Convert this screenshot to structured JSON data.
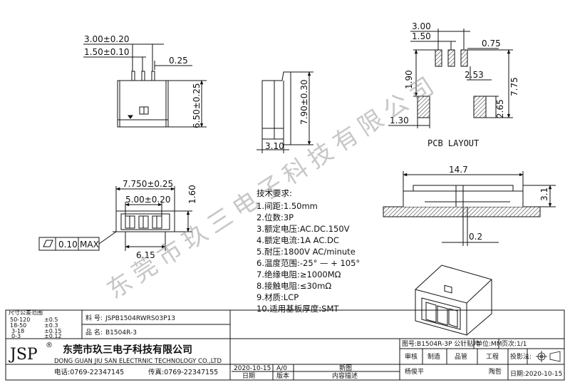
{
  "views": {
    "top": {
      "dims": [
        "3.00±0.20",
        "1.50±0.10",
        "0.25",
        "6.50±0.25"
      ]
    },
    "side": {
      "dims": [
        "7.90±0.30",
        "3.10"
      ]
    },
    "pcb": {
      "title": "PCB LAYOUT",
      "dims": [
        "3.00",
        "1.50",
        "0.75",
        "2.53",
        "1.90",
        "7.75",
        "2.65",
        "1.30"
      ]
    },
    "front": {
      "dims": [
        "7.750±0.25",
        "5.00±0.20",
        "1.60",
        "6.15"
      ],
      "flatness": {
        "value": "0.10",
        "max": "MAX"
      }
    },
    "mount": {
      "dims": [
        "14.7",
        "3.1",
        "0.2"
      ]
    }
  },
  "specs": {
    "title": "技术要求:",
    "items": [
      "1.间距:1.50mm",
      "2.位数:3P",
      "3.额定电压:AC.DC.150V",
      "4.额定电流:1A AC.DC",
      "5.耐压:1800V AC/minute",
      "6.温度范围:-25° — + 105°",
      "7.绝缘电阻:≥1000MΩ",
      "8.接触电阻:≤30mΩ",
      "9.材质:LCP",
      "10.适用基板厚度:SMT"
    ]
  },
  "watermark": "东莞市玖三电子科技有限公司",
  "tolerance": {
    "title": "尺寸公差范围",
    "rows": [
      [
        "50-120",
        "±0.5"
      ],
      [
        "18-50",
        "±0.3"
      ],
      [
        "3-18",
        "±0.15"
      ],
      [
        "0-3",
        "±0.12"
      ]
    ]
  },
  "part": {
    "label_no": "料 号:",
    "no": "JSPB1504RWRS03P13",
    "label_name": "品 名:",
    "name": "B1504R-3"
  },
  "company": {
    "logo": "JSP",
    "reg": "®",
    "name_cn": "东莞市玖三电子科技有限公司",
    "name_en": "DONG GUAN JIU SAN ELECTRNIC TECHNOLOGY CO.,LTD",
    "tel": "电话:0769-22347145",
    "fax": "传真:0769-22347155"
  },
  "title_block": {
    "drawing": "图号:B1504R-3P 公针贴片",
    "unit": "单位:MM",
    "page": "页次:1/1",
    "roles": [
      "审核",
      "制造",
      "品管",
      "工程"
    ],
    "projection": "投影法:",
    "date_label": "日期:2020-10-15",
    "checker": "杨俊平",
    "engineer": "陶哲"
  },
  "revision": {
    "row": [
      "2020-10-15",
      "A/0",
      "新图"
    ],
    "headers": [
      "日期",
      "版本",
      "内容描述"
    ]
  }
}
